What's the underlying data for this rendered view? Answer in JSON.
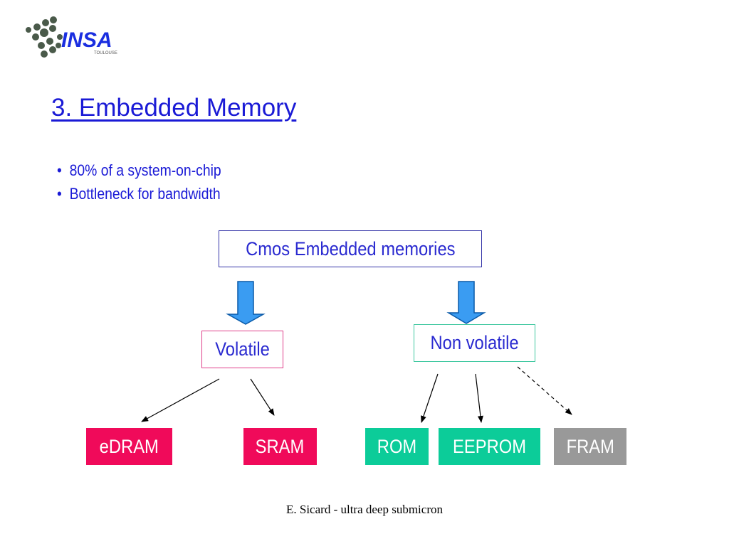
{
  "logo": {
    "text": "INSA",
    "subtext": "TOULOUSE",
    "color": "#1a2ee0"
  },
  "slide": {
    "title": "3. Embedded Memory",
    "bullets": [
      "80% of a system-on-chip",
      "Bottleneck for bandwidth"
    ],
    "bullet_char": "•"
  },
  "diagram": {
    "root": "Cmos Embedded memories",
    "volatile": "Volatile",
    "non_volatile": "Non volatile",
    "volatile_children": [
      "eDRAM",
      "SRAM"
    ],
    "non_volatile_children": [
      "ROM",
      "EEPROM",
      "FRAM"
    ],
    "colors": {
      "volatile_leaf": "#f00a5a",
      "non_volatile_leaf": "#0ccc99",
      "emerging_leaf": "#999999",
      "arrow_fill": "#3a9cf2",
      "text": "#2a2ad0"
    }
  },
  "footer": "E. Sicard - ultra deep submicron"
}
